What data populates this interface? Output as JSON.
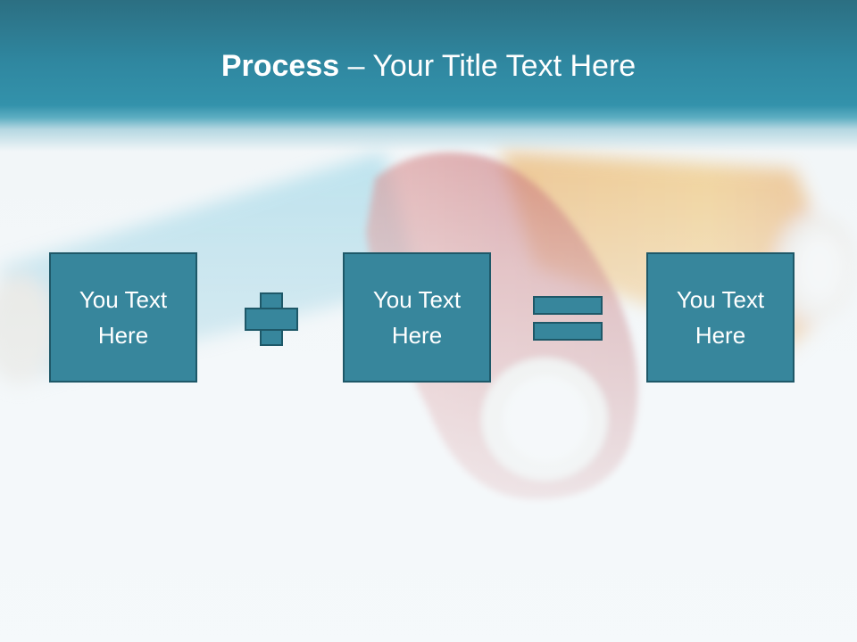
{
  "slide": {
    "title_bold": "Process",
    "title_rest": " – Your Title Text Here",
    "boxes": [
      {
        "line1": "You Text",
        "line2": "Here"
      },
      {
        "line1": "You Text",
        "line2": "Here"
      },
      {
        "line1": "You Text",
        "line2": "Here"
      }
    ],
    "operators": [
      "plus",
      "equals"
    ]
  },
  "colors": {
    "header": "#2f87a0",
    "box_fill": "#37869c",
    "box_border": "#1e5868",
    "text": "#ffffff"
  },
  "background": {
    "image": "thread spools (blue, red, orange) on white"
  }
}
